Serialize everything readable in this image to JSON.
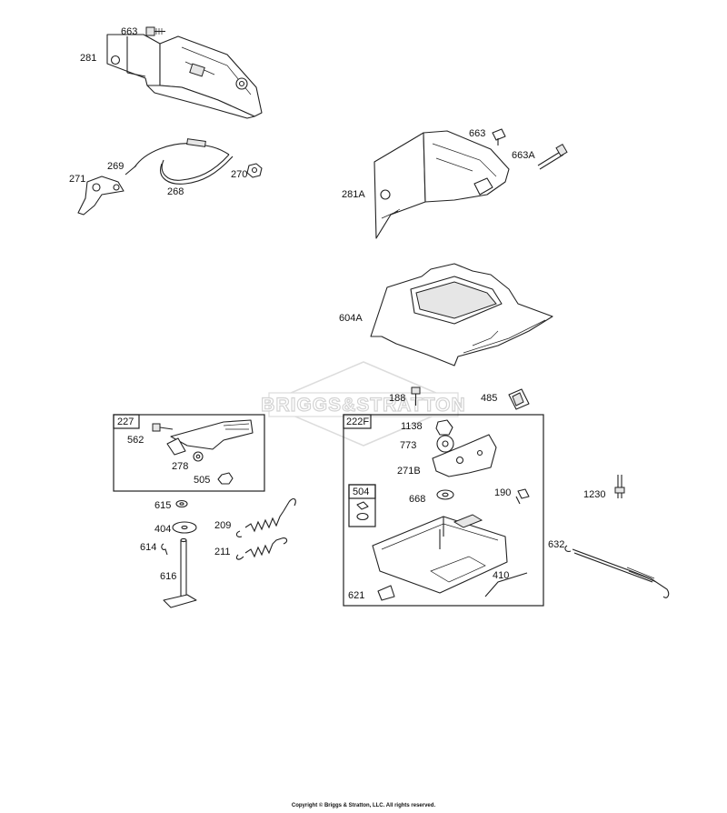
{
  "watermark": "BRIGGS&STRATTON",
  "copyright": "Copyright © Briggs & Stratton, LLC. All rights reserved.",
  "callouts": {
    "p663_top": "663",
    "p281": "281",
    "p269": "269",
    "p271": "271",
    "p268": "268",
    "p270": "270",
    "p663_right": "663",
    "p663A": "663A",
    "p281A": "281A",
    "p604A": "604A",
    "p188": "188",
    "p485": "485",
    "p562": "562",
    "p278": "278",
    "p505": "505",
    "p1138": "1138",
    "p773": "773",
    "p271B": "271B",
    "p668": "668",
    "p190": "190",
    "p1230": "1230",
    "p615": "615",
    "p404": "404",
    "p614": "614",
    "p616": "616",
    "p209": "209",
    "p211": "211",
    "p632": "632",
    "p410": "410",
    "p621": "621"
  },
  "kits": {
    "k227": "227",
    "k222F": "222F",
    "k504": "504"
  }
}
